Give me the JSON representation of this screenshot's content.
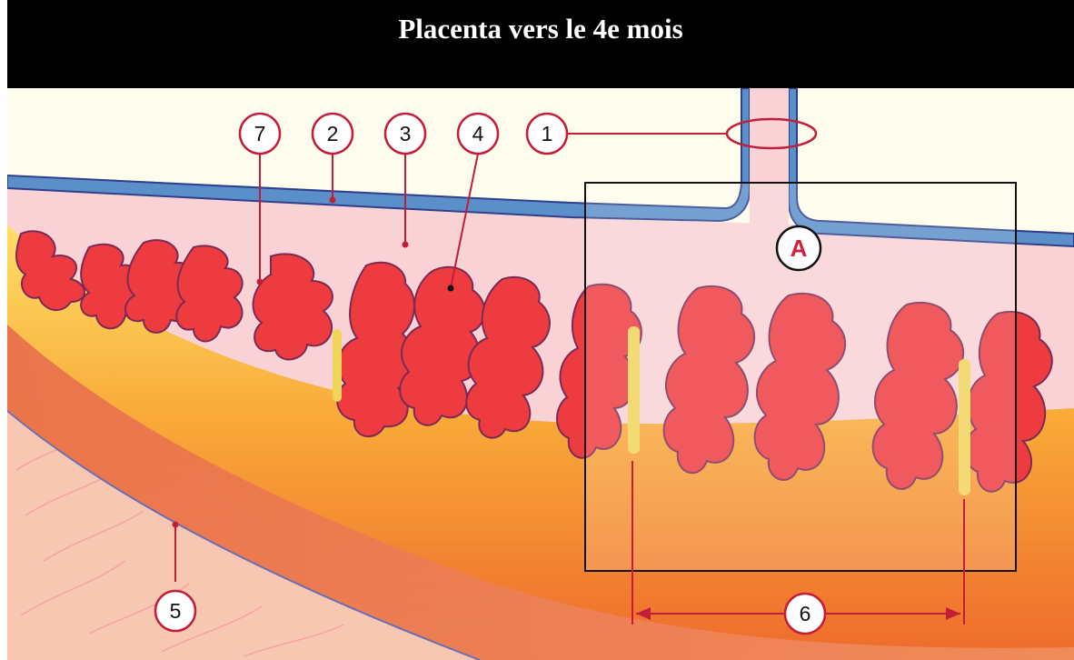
{
  "title": "Placenta vers le 4e mois",
  "labels": [
    {
      "id": "1",
      "text": "1"
    },
    {
      "id": "2",
      "text": "2"
    },
    {
      "id": "3",
      "text": "3"
    },
    {
      "id": "4",
      "text": "4"
    },
    {
      "id": "5",
      "text": "5"
    },
    {
      "id": "6",
      "text": "6"
    },
    {
      "id": "7",
      "text": "7"
    },
    {
      "id": "A",
      "text": "A"
    }
  ],
  "colors": {
    "background": "#fefcec",
    "membrane": "#5b8fca",
    "placenta_tissue": "#f9d4d8",
    "villi": "#ee3b40",
    "decidua": "#f5a623",
    "uterine_wall": "#f8c0a8",
    "leader_lines": "#c21e3a"
  }
}
